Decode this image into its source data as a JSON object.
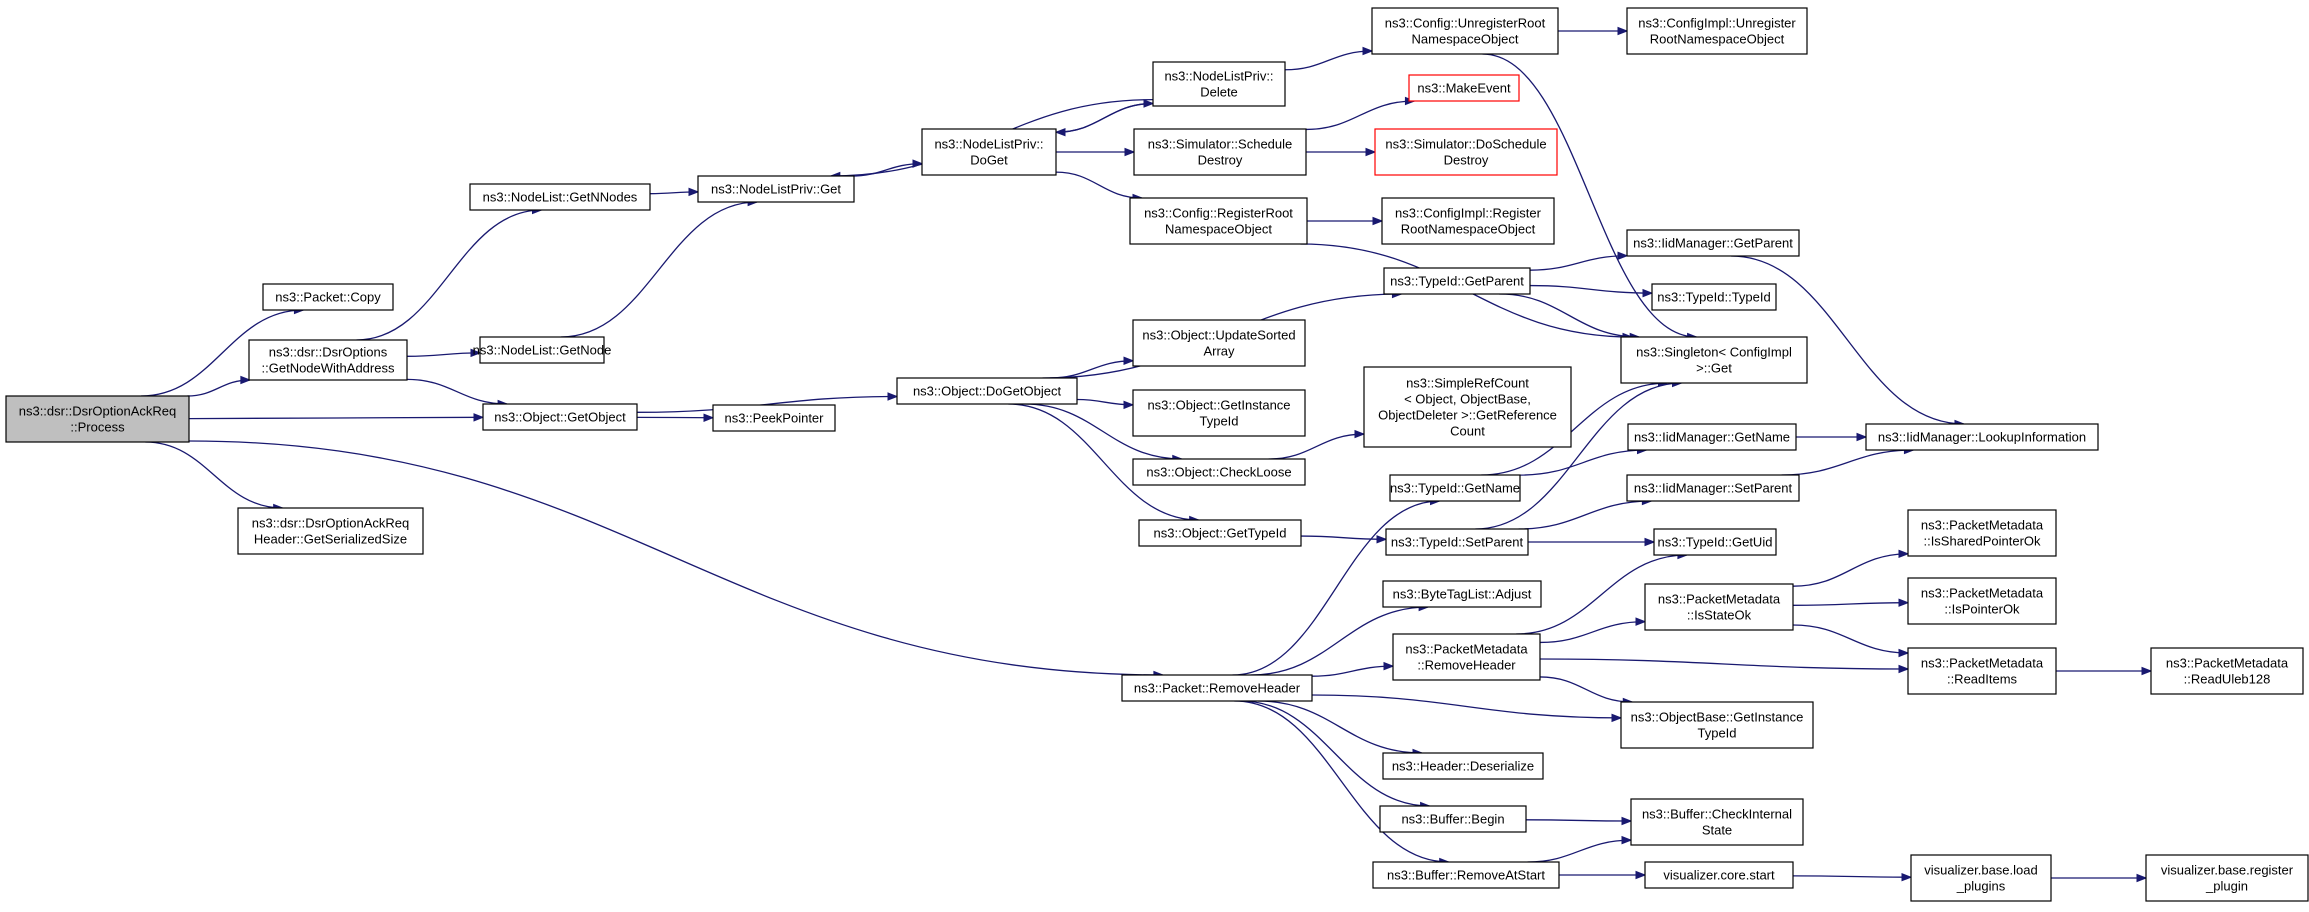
{
  "diagram": {
    "colors": {
      "edge": "#191970",
      "root_fill": "#bfbfbf",
      "missing_border": "#ff0000"
    },
    "nodes": [
      {
        "id": "root",
        "lines": [
          "ns3::dsr::DsrOptionAckReq",
          "::Process"
        ],
        "root": true
      },
      {
        "id": "packet_copy",
        "lines": [
          "ns3::Packet::Copy"
        ]
      },
      {
        "id": "getnodewithaddress",
        "lines": [
          "ns3::dsr::DsrOptions",
          "::GetNodeWithAddress"
        ]
      },
      {
        "id": "getserializedsize",
        "lines": [
          "ns3::dsr::DsrOptionAckReq",
          "Header::GetSerializedSize"
        ]
      },
      {
        "id": "getnnodes",
        "lines": [
          "ns3::NodeList::GetNNodes"
        ]
      },
      {
        "id": "getnode",
        "lines": [
          "ns3::NodeList::GetNode"
        ]
      },
      {
        "id": "getobject",
        "lines": [
          "ns3::Object::GetObject"
        ]
      },
      {
        "id": "nlp_get",
        "lines": [
          "ns3::NodeListPriv::Get"
        ]
      },
      {
        "id": "peekpointer",
        "lines": [
          "ns3::PeekPointer"
        ]
      },
      {
        "id": "nlp_doget",
        "lines": [
          "ns3::NodeListPriv::",
          "DoGet"
        ]
      },
      {
        "id": "dogetobject",
        "lines": [
          "ns3::Object::DoGetObject"
        ]
      },
      {
        "id": "nlp_delete",
        "lines": [
          "ns3::NodeListPriv::",
          "Delete"
        ]
      },
      {
        "id": "sim_scheduledestroy",
        "lines": [
          "ns3::Simulator::Schedule",
          "Destroy"
        ]
      },
      {
        "id": "cfg_registerroot",
        "lines": [
          "ns3::Config::RegisterRoot",
          "NamespaceObject"
        ]
      },
      {
        "id": "cfg_unregisterroot",
        "lines": [
          "ns3::Config::UnregisterRoot",
          "NamespaceObject"
        ]
      },
      {
        "id": "makeevent",
        "lines": [
          "ns3::MakeEvent"
        ],
        "red": true
      },
      {
        "id": "sim_doscheduledestroy",
        "lines": [
          "ns3::Simulator::DoSchedule",
          "Destroy"
        ],
        "red": true
      },
      {
        "id": "cfgimpl_register",
        "lines": [
          "ns3::ConfigImpl::Register",
          "RootNamespaceObject"
        ]
      },
      {
        "id": "cfgimpl_unregister",
        "lines": [
          "ns3::ConfigImpl::Unregister",
          "RootNamespaceObject"
        ]
      },
      {
        "id": "updatesortedarray",
        "lines": [
          "ns3::Object::UpdateSorted",
          "Array"
        ]
      },
      {
        "id": "getinstancetypeid",
        "lines": [
          "ns3::Object::GetInstance",
          "TypeId"
        ]
      },
      {
        "id": "checkloose",
        "lines": [
          "ns3::Object::CheckLoose"
        ]
      },
      {
        "id": "gettypeid",
        "lines": [
          "ns3::Object::GetTypeId"
        ]
      },
      {
        "id": "simplerefcount",
        "lines": [
          "ns3::SimpleRefCount",
          "< Object, ObjectBase,",
          "ObjectDeleter >::GetReference",
          "Count"
        ]
      },
      {
        "id": "typeid_getparent",
        "lines": [
          "ns3::TypeId::GetParent"
        ]
      },
      {
        "id": "typeid_getname",
        "lines": [
          "ns3::TypeId::GetName"
        ]
      },
      {
        "id": "typeid_setparent",
        "lines": [
          "ns3::TypeId::SetParent"
        ]
      },
      {
        "id": "singleton_get",
        "lines": [
          "ns3::Singleton< ConfigImpl",
          ">::Get"
        ]
      },
      {
        "id": "typeid_typeid",
        "lines": [
          "ns3::TypeId::TypeId"
        ]
      },
      {
        "id": "iid_getparent",
        "lines": [
          "ns3::IidManager::GetParent"
        ]
      },
      {
        "id": "iid_getname",
        "lines": [
          "ns3::IidManager::GetName"
        ]
      },
      {
        "id": "iid_setparent",
        "lines": [
          "ns3::IidManager::SetParent"
        ]
      },
      {
        "id": "typeid_getuid",
        "lines": [
          "ns3::TypeId::GetUid"
        ]
      },
      {
        "id": "iid_lookup",
        "lines": [
          "ns3::IidManager::LookupInformation"
        ]
      },
      {
        "id": "packet_removeheader",
        "lines": [
          "ns3::Packet::RemoveHeader"
        ]
      },
      {
        "id": "bytetaglist_adjust",
        "lines": [
          "ns3::ByteTagList::Adjust"
        ]
      },
      {
        "id": "pm_removeheader",
        "lines": [
          "ns3::PacketMetadata",
          "::RemoveHeader"
        ]
      },
      {
        "id": "header_deserialize",
        "lines": [
          "ns3::Header::Deserialize"
        ]
      },
      {
        "id": "buffer_begin",
        "lines": [
          "ns3::Buffer::Begin"
        ]
      },
      {
        "id": "buffer_removeatstart",
        "lines": [
          "ns3::Buffer::RemoveAtStart"
        ]
      },
      {
        "id": "pm_isstateok",
        "lines": [
          "ns3::PacketMetadata",
          "::IsStateOk"
        ]
      },
      {
        "id": "objectbase_getinstancetypeid",
        "lines": [
          "ns3::ObjectBase::GetInstance",
          "TypeId"
        ]
      },
      {
        "id": "buffer_checkinternalstate",
        "lines": [
          "ns3::Buffer::CheckInternal",
          "State"
        ]
      },
      {
        "id": "viz_core_start",
        "lines": [
          "visualizer.core.start"
        ]
      },
      {
        "id": "pm_issharedpointerok",
        "lines": [
          "ns3::PacketMetadata",
          "::IsSharedPointerOk"
        ]
      },
      {
        "id": "pm_ispointerok",
        "lines": [
          "ns3::PacketMetadata",
          "::IsPointerOk"
        ]
      },
      {
        "id": "pm_readitems",
        "lines": [
          "ns3::PacketMetadata",
          "::ReadItems"
        ]
      },
      {
        "id": "viz_load_plugins",
        "lines": [
          "visualizer.base.load",
          "_plugins"
        ]
      },
      {
        "id": "pm_readuleb128",
        "lines": [
          "ns3::PacketMetadata",
          "::ReadUleb128"
        ]
      },
      {
        "id": "viz_register_plugin",
        "lines": [
          "visualizer.base.register",
          "_plugin"
        ]
      }
    ],
    "edges": [
      [
        "root",
        "packet_copy"
      ],
      [
        "root",
        "getnodewithaddress"
      ],
      [
        "root",
        "getobject"
      ],
      [
        "root",
        "packet_removeheader"
      ],
      [
        "root",
        "getserializedsize"
      ],
      [
        "getnodewithaddress",
        "getnnodes"
      ],
      [
        "getnodewithaddress",
        "getnode"
      ],
      [
        "getnodewithaddress",
        "getobject"
      ],
      [
        "getnnodes",
        "nlp_get"
      ],
      [
        "getnode",
        "nlp_get"
      ],
      [
        "getobject",
        "dogetobject"
      ],
      [
        "getobject",
        "peekpointer"
      ],
      [
        "nlp_get",
        "nlp_doget"
      ],
      [
        "nlp_doget",
        "nlp_delete"
      ],
      [
        "nlp_doget",
        "sim_scheduledestroy"
      ],
      [
        "nlp_doget",
        "cfg_registerroot"
      ],
      [
        "nlp_delete",
        "nlp_get"
      ],
      [
        "nlp_delete",
        "nlp_doget"
      ],
      [
        "nlp_delete",
        "cfg_unregisterroot"
      ],
      [
        "sim_scheduledestroy",
        "makeevent"
      ],
      [
        "sim_scheduledestroy",
        "sim_doscheduledestroy"
      ],
      [
        "cfg_registerroot",
        "cfgimpl_register"
      ],
      [
        "cfg_registerroot",
        "singleton_get"
      ],
      [
        "cfg_unregisterroot",
        "cfgimpl_unregister"
      ],
      [
        "cfg_unregisterroot",
        "singleton_get"
      ],
      [
        "dogetobject",
        "typeid_getparent"
      ],
      [
        "dogetobject",
        "updatesortedarray"
      ],
      [
        "dogetobject",
        "getinstancetypeid"
      ],
      [
        "dogetobject",
        "checkloose"
      ],
      [
        "dogetobject",
        "gettypeid"
      ],
      [
        "checkloose",
        "simplerefcount"
      ],
      [
        "gettypeid",
        "typeid_setparent"
      ],
      [
        "typeid_getparent",
        "iid_getparent"
      ],
      [
        "typeid_getparent",
        "typeid_typeid"
      ],
      [
        "typeid_getparent",
        "singleton_get"
      ],
      [
        "typeid_getname",
        "singleton_get"
      ],
      [
        "typeid_getname",
        "iid_getname"
      ],
      [
        "typeid_setparent",
        "singleton_get"
      ],
      [
        "typeid_setparent",
        "iid_setparent"
      ],
      [
        "typeid_setparent",
        "typeid_getuid"
      ],
      [
        "iid_getparent",
        "iid_lookup"
      ],
      [
        "iid_getname",
        "iid_lookup"
      ],
      [
        "iid_setparent",
        "iid_lookup"
      ],
      [
        "packet_removeheader",
        "typeid_getname"
      ],
      [
        "packet_removeheader",
        "bytetaglist_adjust"
      ],
      [
        "packet_removeheader",
        "pm_removeheader"
      ],
      [
        "packet_removeheader",
        "objectbase_getinstancetypeid"
      ],
      [
        "packet_removeheader",
        "header_deserialize"
      ],
      [
        "packet_removeheader",
        "buffer_begin"
      ],
      [
        "packet_removeheader",
        "buffer_removeatstart"
      ],
      [
        "pm_removeheader",
        "typeid_getuid"
      ],
      [
        "pm_removeheader",
        "pm_isstateok"
      ],
      [
        "pm_removeheader",
        "pm_readitems"
      ],
      [
        "pm_removeheader",
        "objectbase_getinstancetypeid"
      ],
      [
        "pm_isstateok",
        "pm_issharedpointerok"
      ],
      [
        "pm_isstateok",
        "pm_ispointerok"
      ],
      [
        "pm_isstateok",
        "pm_readitems"
      ],
      [
        "pm_readitems",
        "pm_readuleb128"
      ],
      [
        "buffer_begin",
        "buffer_checkinternalstate"
      ],
      [
        "buffer_removeatstart",
        "buffer_checkinternalstate"
      ],
      [
        "buffer_removeatstart",
        "viz_core_start"
      ],
      [
        "viz_core_start",
        "viz_load_plugins"
      ],
      [
        "viz_load_plugins",
        "viz_register_plugin"
      ]
    ]
  }
}
